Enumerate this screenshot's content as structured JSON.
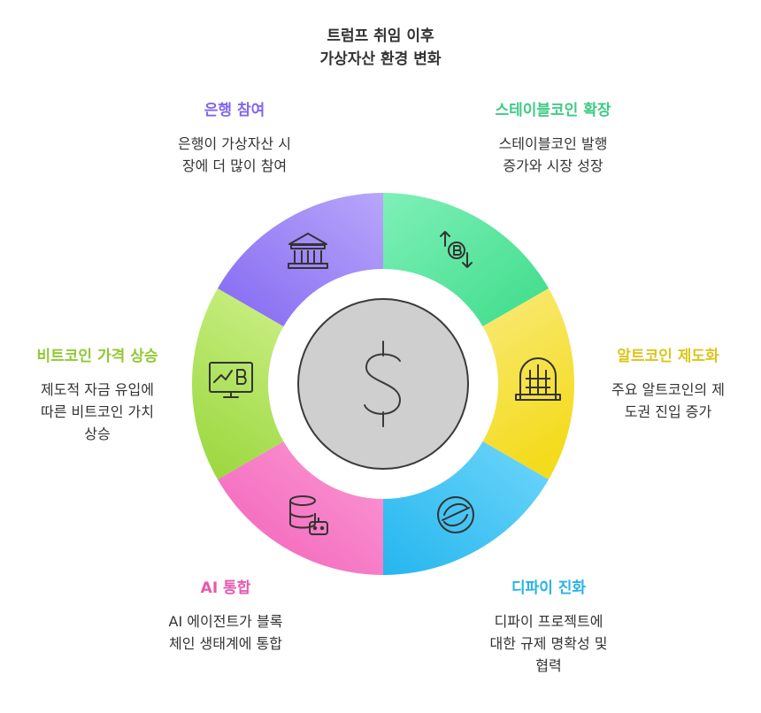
{
  "title": {
    "line1": "트럼프 취임 이후",
    "line2": "가상자산 환경 변화"
  },
  "segments": [
    {
      "id": "stablecoin",
      "heading": "스테이블코인 확장",
      "desc": [
        "스테이블코인 발행",
        "증가와 시장 성장"
      ],
      "color": "#55e59c",
      "heading_color": "#3fcb84",
      "icon": "bitcoin-exchange-icon"
    },
    {
      "id": "altcoin",
      "heading": "알트코인 제도화",
      "desc": [
        "주요 알트코인의 제",
        "도권 진입 증가"
      ],
      "color": "#f7e343",
      "heading_color": "#dcc51c",
      "icon": "vault-gate-icon"
    },
    {
      "id": "defi",
      "heading": "디파이 진화",
      "desc": [
        "디파이 프로젝트에",
        "대한 규제 명확성 및",
        "협력"
      ],
      "color": "#3fc3f3",
      "heading_color": "#27b3e6",
      "icon": "stellar-coin-icon"
    },
    {
      "id": "ai",
      "heading": "AI 통합",
      "desc": [
        "AI 에이전트가 블록",
        "체인 생태계에 통합"
      ],
      "color": "#f779c6",
      "heading_color": "#e957ae",
      "icon": "database-robot-icon"
    },
    {
      "id": "bitcoin",
      "heading": "비트코인 가격 상승",
      "desc": [
        "제도적 자금 유입에",
        "따른 비트코인 가치",
        "상승"
      ],
      "color": "#a9e04e",
      "heading_color": "#91c934",
      "icon": "bitcoin-monitor-icon"
    },
    {
      "id": "bank",
      "heading": "은행 참여",
      "desc": [
        "은행이 가상자산 시",
        "장에 더 많이 참여"
      ],
      "color": "#9a80f5",
      "heading_color": "#8365ef",
      "icon": "bank-icon"
    }
  ],
  "center": {
    "icon": "dollar-sign-icon",
    "color": "#d0d0d0"
  }
}
